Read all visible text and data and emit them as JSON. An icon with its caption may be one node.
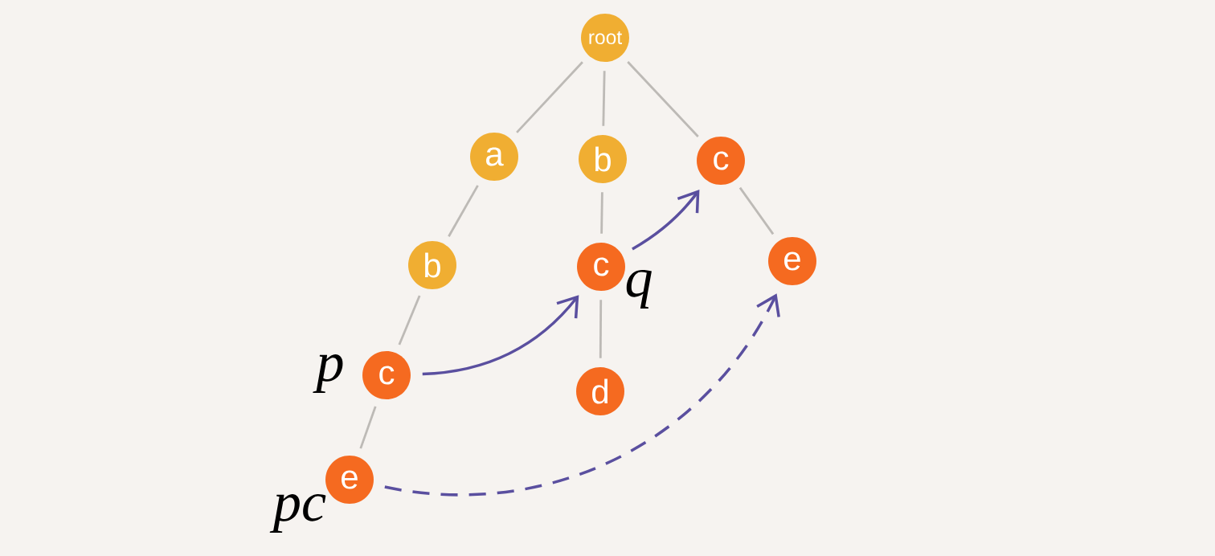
{
  "diagram": {
    "nodes": [
      {
        "text": [
          "root"
        ]
      },
      {
        "text": [
          "a"
        ]
      },
      {
        "text": [
          "b"
        ]
      },
      {
        "text": [
          "c"
        ]
      },
      {
        "text": [
          "b"
        ]
      },
      {
        "text": [
          "c"
        ],
        "beside": [
          "q"
        ]
      },
      {
        "text": [
          "e"
        ]
      },
      {
        "text": [
          "c"
        ],
        "beside": [
          "p"
        ]
      },
      {
        "text": [
          "d"
        ]
      },
      {
        "text": [
          "e"
        ],
        "beside": [
          "pc"
        ]
      }
    ],
    "edges": [
      {
        "from": 0,
        "to": 1,
        "arrow": "none"
      },
      {
        "from": 0,
        "to": 2,
        "arrow": "none"
      },
      {
        "from": 0,
        "to": 3,
        "arrow": "none"
      },
      {
        "from": 1,
        "to": 4,
        "arrow": "none"
      },
      {
        "from": 2,
        "to": 5,
        "arrow": "none"
      },
      {
        "from": 3,
        "to": 6,
        "arrow": "none"
      },
      {
        "from": 4,
        "to": 7,
        "arrow": "none"
      },
      {
        "from": 5,
        "to": 8,
        "arrow": "none"
      },
      {
        "from": 7,
        "to": 9,
        "arrow": "none"
      },
      {
        "from": 7,
        "to": 5,
        "arrow": "to",
        "color": "#5a4f9f"
      },
      {
        "from": 5,
        "to": 3,
        "arrow": "to",
        "color": "#5a4f9f"
      },
      {
        "from": 9,
        "to": 6,
        "arrow": "to",
        "style": "dashed",
        "color": "#5a4f9f"
      }
    ]
  }
}
